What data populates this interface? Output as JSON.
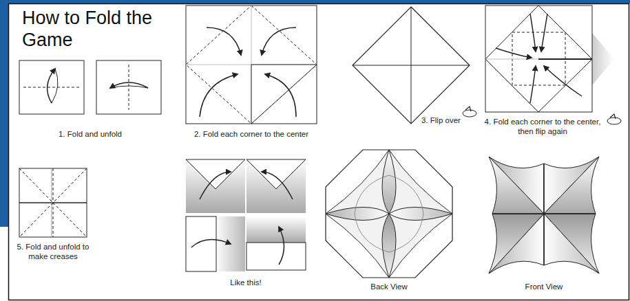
{
  "diagram": {
    "title": "How to Fold the Game",
    "labels": [
      "1. Fold and unfold",
      "2. Fold each corner to the center",
      "3. Flip over",
      "4. Fold each corner to the center, then flip again",
      "5. Fold and unfold to make creases",
      "Like this!",
      "Back View",
      "Front View"
    ]
  }
}
